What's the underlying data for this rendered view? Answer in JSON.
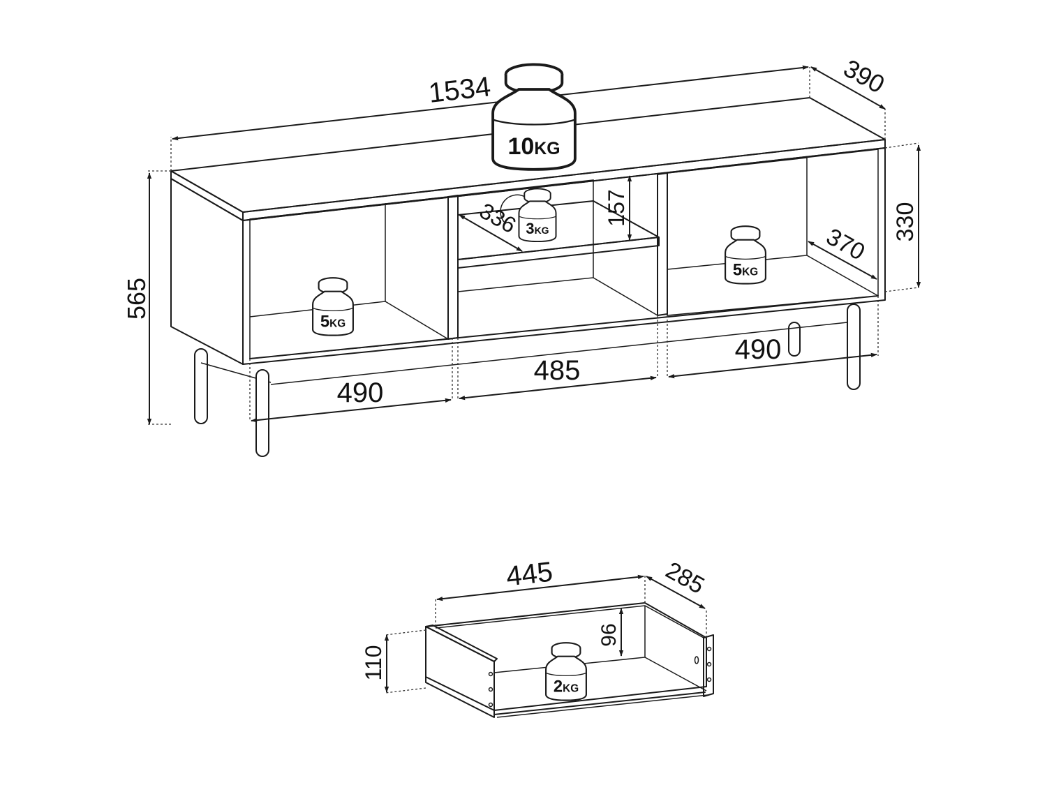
{
  "cabinet": {
    "dimensions": {
      "width": "1534",
      "depth": "390",
      "height": "565",
      "inner_height": "330",
      "inner_depth": "370",
      "shelf_depth": "336",
      "shelf_gap": "157",
      "left_compartment": "490",
      "middle_compartment": "485",
      "right_compartment": "490"
    },
    "loads": {
      "top": {
        "value": "10",
        "unit": "KG"
      },
      "shelf": {
        "value": "3",
        "unit": "KG"
      },
      "left": {
        "value": "5",
        "unit": "KG"
      },
      "right": {
        "value": "5",
        "unit": "KG"
      }
    }
  },
  "drawer": {
    "dimensions": {
      "width": "445",
      "depth": "285",
      "height": "110",
      "inner_height": "96"
    },
    "load": {
      "value": "2",
      "unit": "KG"
    }
  },
  "colors": {
    "line": "#1a1a1a",
    "background": "#ffffff"
  }
}
